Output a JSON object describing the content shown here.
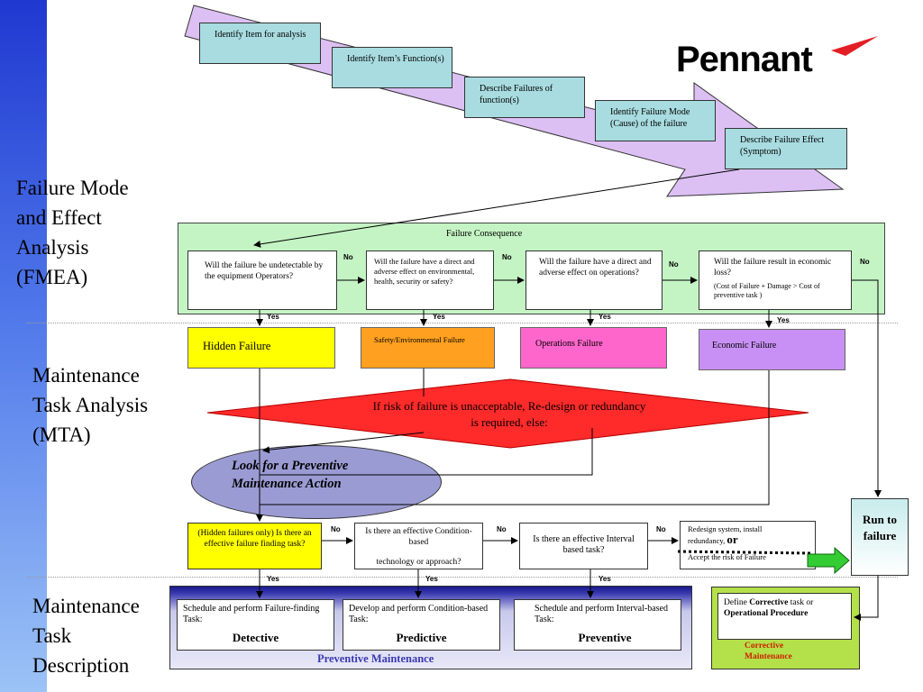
{
  "brand": {
    "logo_text": "Pennant",
    "logo_color": "#e31e24"
  },
  "section_labels": {
    "fmea": "Failure Mode and Effect Analysis (FMEA)",
    "mta": "Maintenance Task Analysis (MTA)",
    "mtd": "Maintenance Task Description"
  },
  "steps": [
    "Identify Item for analysis",
    "Identify Item’s Function(s)",
    "Describe Failures of function(s)",
    "Identify Failure Mode (Cause) of the failure",
    "Describe Failure Effect (Symptom)"
  ],
  "consequence": {
    "title": "Failure Consequence",
    "q1": "Will the failure be undetectable by the equipment Operators?",
    "q2": "Will the failure have a direct and adverse effect on environmental, health, security or safety?",
    "q3": "Will the failure have a direct and adverse effect on operations?",
    "q4": "Will the failure result in economic loss?",
    "q4_note": "(Cost of Failure + Damage > Cost of preventive task )"
  },
  "labels": {
    "yes": "Yes",
    "no": "No"
  },
  "failure_types": {
    "hidden": "Hidden Failure",
    "safety": "Safety/Environmental Failure",
    "operations": "Operations Failure",
    "economic": "Economic Failure"
  },
  "risk_text": "If risk of failure is unacceptable, Re-design or redundancy is required, else:",
  "preventive_action": "Look for a Preventive Maintenance Action",
  "task_questions": {
    "hidden": "(Hidden failures only)  Is there an effective failure finding task?",
    "condition_1": "Is there an effective Condition-based",
    "condition_2": "technology or approach?",
    "interval": "Is there an effective Interval based task?",
    "redesign_1": "Redesign system, install",
    "redesign_2": "redundancy,",
    "redesign_or": "or",
    "redesign_3": "Accept the risk of Failure"
  },
  "run_to_failure": "Run to failure",
  "descriptions": {
    "detective_text": "Schedule and perform Failure-finding Task:",
    "detective": "Detective",
    "predictive_text": "Develop and perform Condition-based Task:",
    "predictive": "Predictive",
    "preventive_text": "Schedule and perform Interval-based Task:",
    "preventive": "Preventive",
    "preventive_footer": "Preventive Maintenance",
    "corrective_pre": "Define",
    "corrective_bold": "Corrective",
    "corrective_mid": "task or",
    "corrective_bold2": "Operational Procedure",
    "corrective_footer": "Corrective Maintenance"
  },
  "colors": {
    "step_box": "#a8dce0",
    "arrow_band": "#dcc0f4",
    "consequence_panel": "#c4f4c4",
    "hidden": "#ffff00",
    "safety": "#ffa020",
    "operations": "#ff66cc",
    "economic": "#c890f4",
    "risk_diamond": "#ff2a2a",
    "preventive_oval": "#9b9bd4",
    "corrective_panel": "#b4e04a",
    "run_to_failure": "#c8ecec"
  }
}
